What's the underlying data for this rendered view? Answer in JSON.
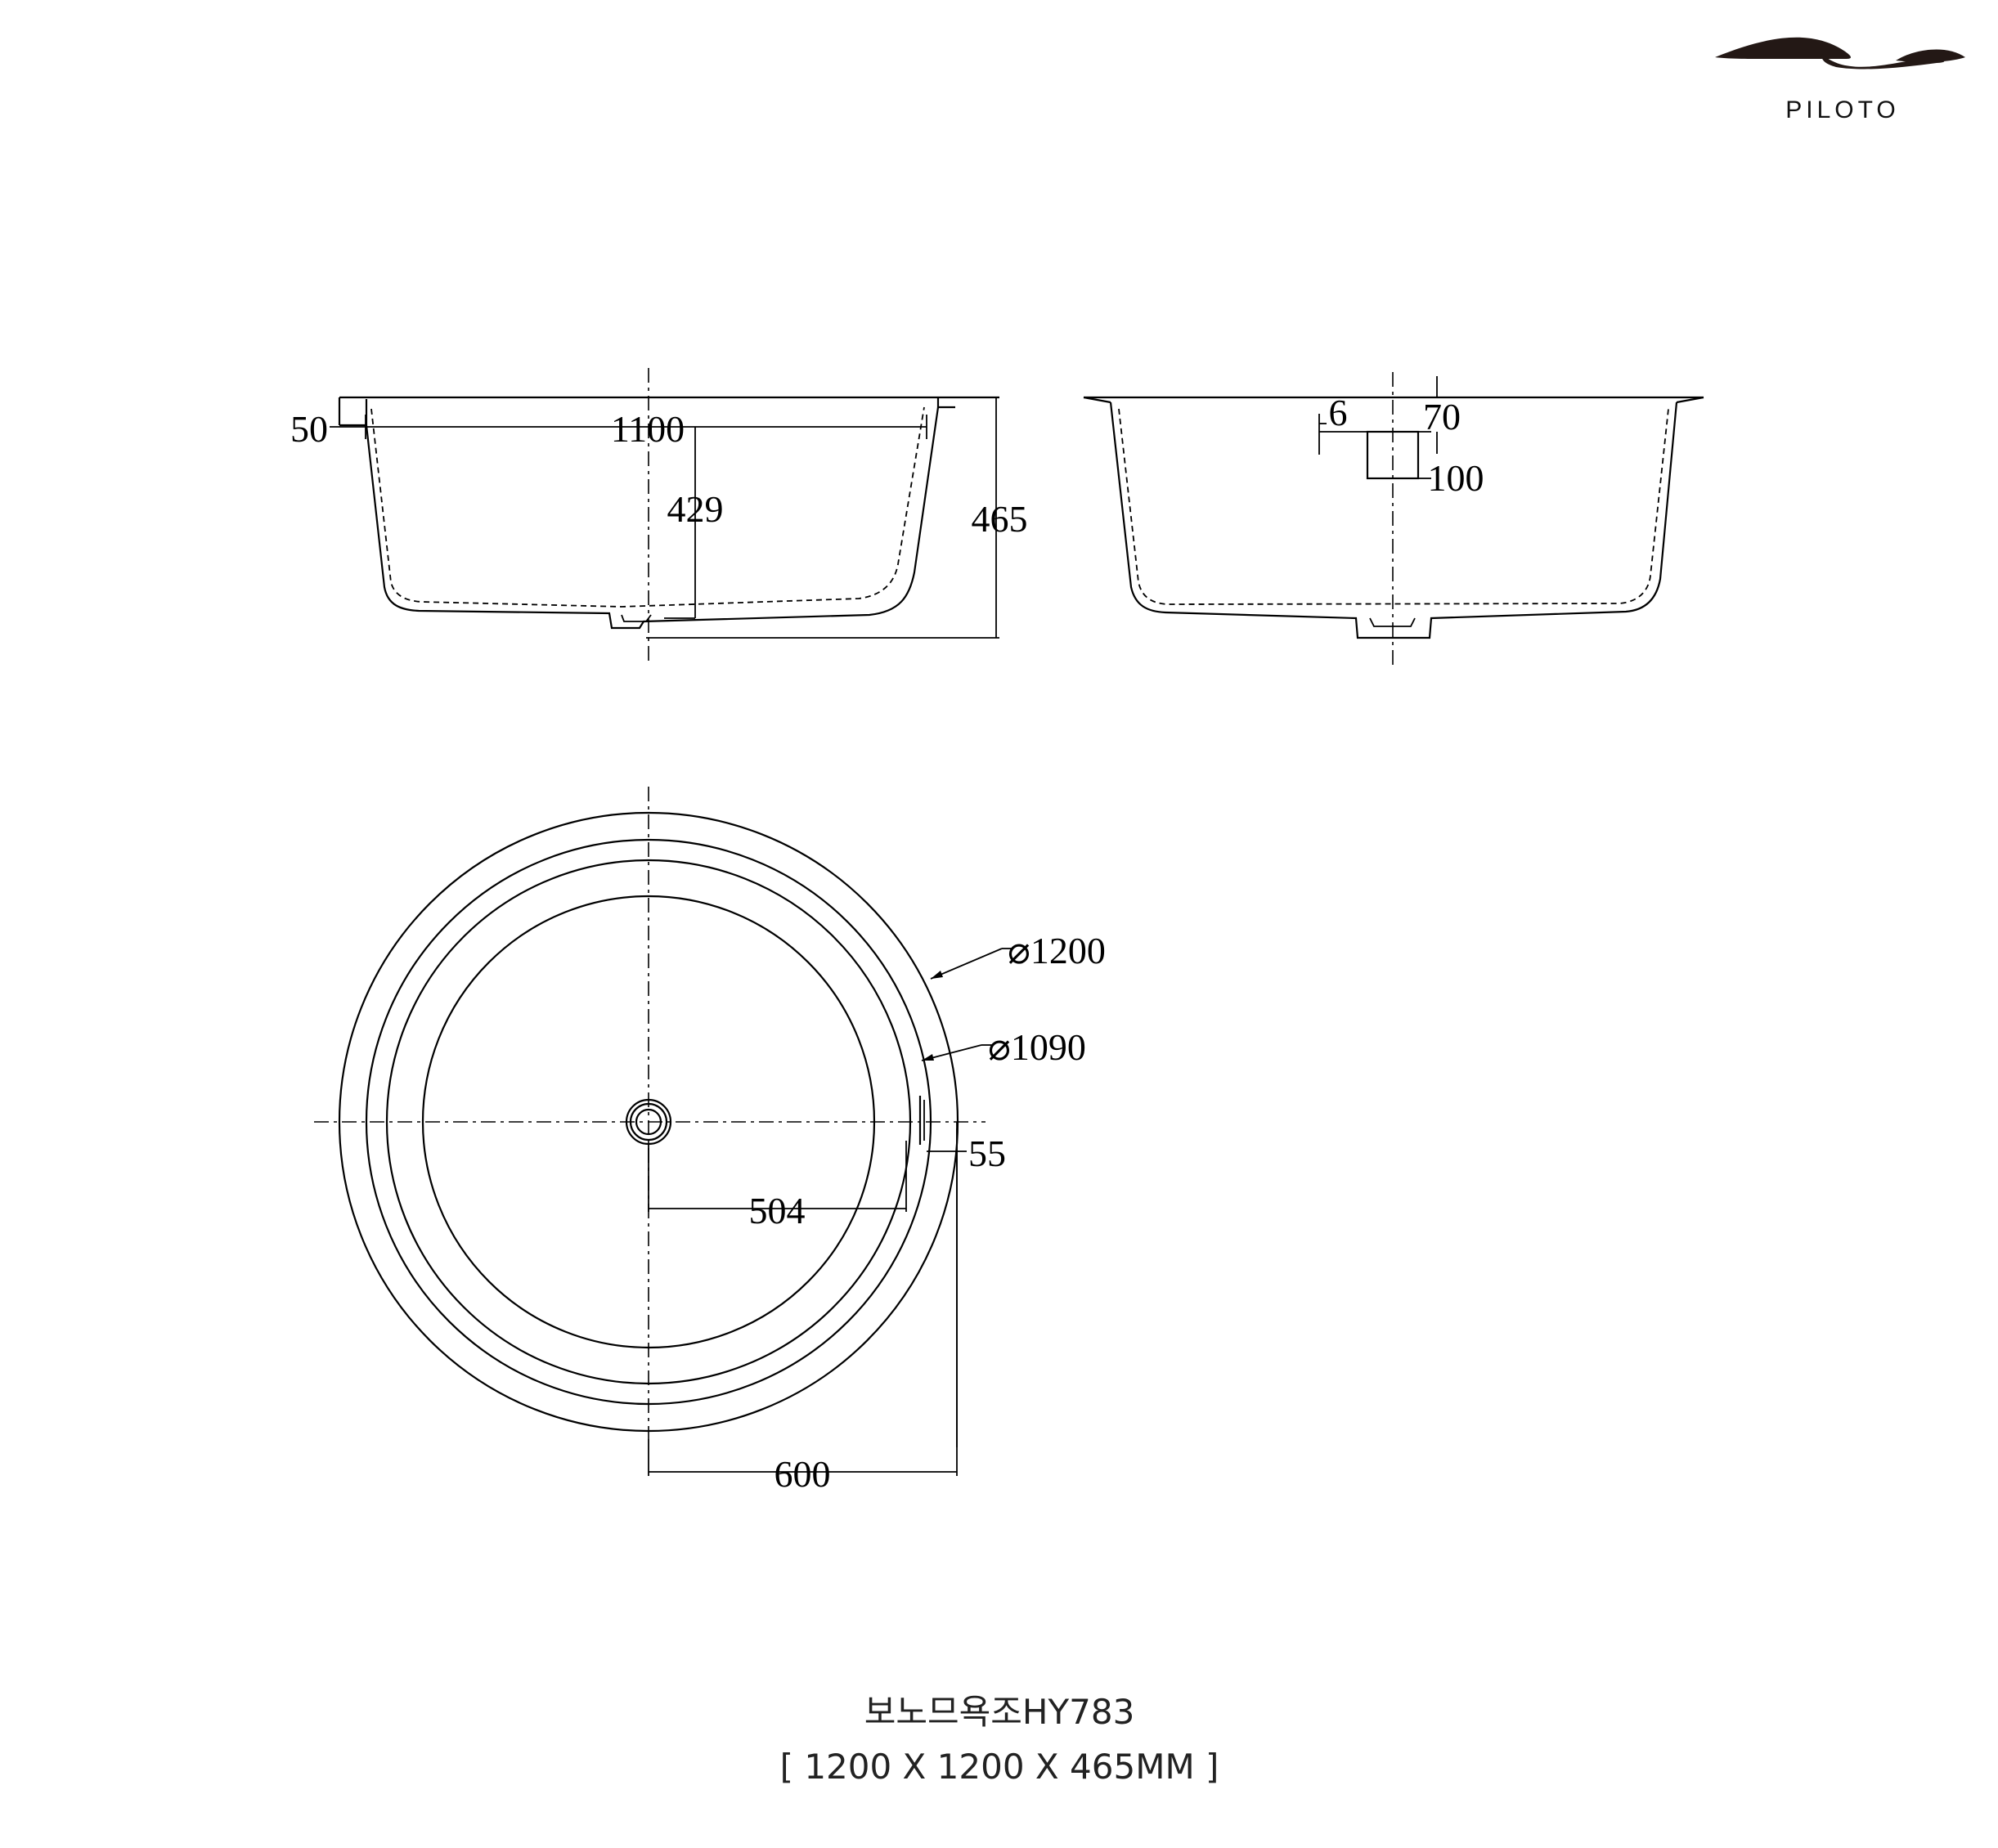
{
  "brand": {
    "name": "PILOTO",
    "icon": "piloto-wave-logo",
    "color": "#231815"
  },
  "front_view": {
    "dims": {
      "rim_step": "50",
      "inner_width": "1100",
      "inner_depth": "429",
      "total_height": "465"
    }
  },
  "side_view": {
    "dims": {
      "overflow_width": "6",
      "overflow_offset": "70",
      "overflow_height": "100"
    }
  },
  "top_view": {
    "dims": {
      "outer_diameter": "⌀1200",
      "inner_diameter": "⌀1090",
      "rim_width": "55",
      "inner_radius": "504",
      "outer_radius": "600"
    }
  },
  "caption": {
    "product_name": "보노므욕조HY783",
    "dimensions": "[ 1200 X 1200 X 465MM ]"
  }
}
